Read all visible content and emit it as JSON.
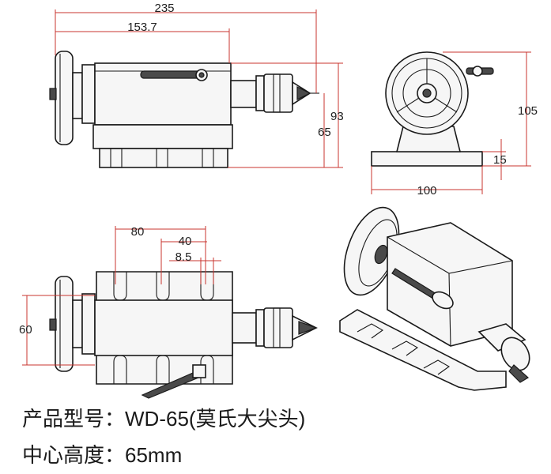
{
  "dimensions": {
    "side_overall_length": "235",
    "side_spindle_length": "153.7",
    "side_total_height": "93",
    "side_center_height": "65",
    "front_total_height": "105",
    "front_base_height": "15",
    "front_base_width": "100",
    "top_slot_span": "80",
    "top_slot_pitch": "40",
    "top_slot_width": "8.5",
    "top_body_width": "60"
  },
  "caption": {
    "model_label": "产品型号：",
    "model_value": "WD-65(莫氏大尖头)",
    "center_height_label": "中心高度：",
    "center_height_value": "65mm"
  }
}
